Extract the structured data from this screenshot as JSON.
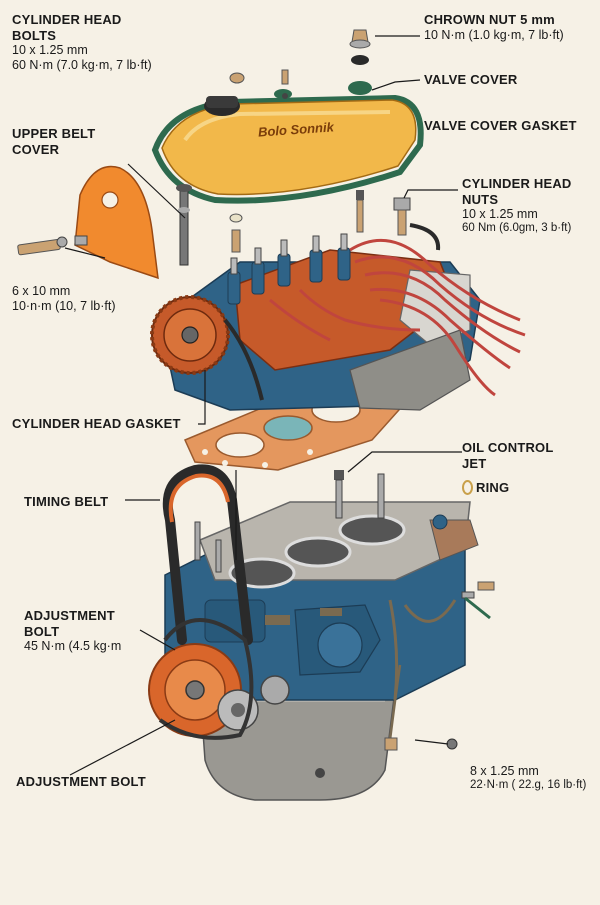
{
  "labels": {
    "cyl_head_bolts": {
      "title_1": "CYLINDER HEAD",
      "title_2": "BOLTS",
      "spec_1": "10 x 1.25 mm",
      "spec_2": "60 N·m (7.0 kg·m, 7 lb·ft)"
    },
    "chrown_nut": {
      "title": "CHROWN NUT 5 mm",
      "spec": "10 N·m (1.0 kg·m, 7 lb·ft)"
    },
    "valve_cover": {
      "title": "VALVE COVER"
    },
    "valve_cover_gasket": {
      "title": "VALVE COVER GASKET"
    },
    "upper_belt_cover": {
      "title_1": "UPPER BELT",
      "title_2": "COVER"
    },
    "cyl_head_nuts": {
      "title_1": "CYLINDER HEAD",
      "title_2": "NUTS",
      "spec_1": "10 x 1.25 mm",
      "spec_2": "60 Nm (6.0gm, 3 b·ft)"
    },
    "small_bolt_spec": {
      "spec_1": "6 x 10 mm",
      "spec_2": "10·n·m (10, 7 lb·ft)"
    },
    "cyl_head_gasket": {
      "title": "CYLINDER HEAD GASKET"
    },
    "oil_control_jet": {
      "title_1": "OIL CONTROL",
      "title_2": "JET",
      "ring": "RING"
    },
    "timing_belt": {
      "title": "TIMING BELT"
    },
    "adjustment_bolt_upper": {
      "title_1": "ADJUSTMENT",
      "title_2": "BOLT",
      "spec": "45 N·m (4.5 kg·m"
    },
    "adjustment_bolt_lower": {
      "title": "ADJUSTMENT BOLT"
    },
    "bottom_spec": {
      "spec_1": "8 x 1.25 mm",
      "spec_2": "22·N·m ( 22.g, 16 lb·ft)"
    }
  },
  "valve_cover_logo": "Bolo Sonnik",
  "colors": {
    "valve_cover": "#f2b84a",
    "belt_cover": "#f18a2e",
    "block": "#2f6387",
    "head": "#c65a2a",
    "gasket": "#e4975e",
    "belt": "#d9662b",
    "pan": "#9a9892",
    "wire": "#c0453e",
    "background": "#f6f1e6"
  }
}
